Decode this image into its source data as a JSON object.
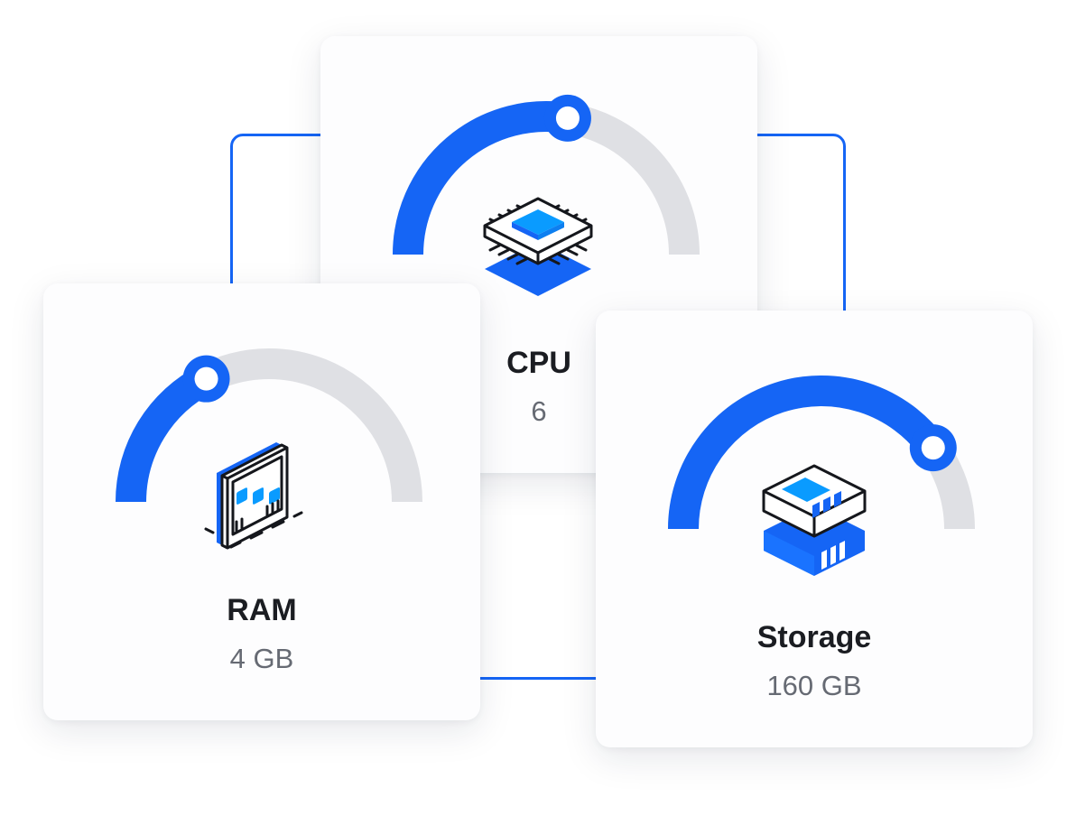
{
  "colors": {
    "accent": "#1565f5",
    "track": "#dfe0e4",
    "chip_blue": "#0a9bff",
    "outline": "#15171c"
  },
  "cards": {
    "cpu": {
      "label": "CPU",
      "value": "6",
      "progress": 0.55,
      "icon": "cpu-chip-icon"
    },
    "ram": {
      "label": "RAM",
      "value": "4 GB",
      "progress": 0.35,
      "icon": "ram-module-icon"
    },
    "storage": {
      "label": "Storage",
      "value": "160 GB",
      "progress": 0.8,
      "icon": "storage-drive-icon"
    }
  }
}
